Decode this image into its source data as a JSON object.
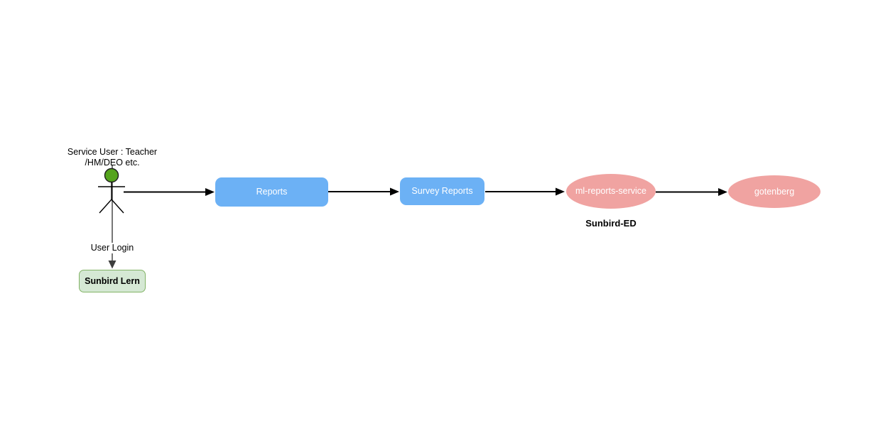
{
  "actor": {
    "label": "Service User : Teacher\n/HM/DEO etc."
  },
  "nodes": {
    "reports": {
      "label": "Reports",
      "shape": "rounded-rect"
    },
    "survey_reports": {
      "label": "Survey Reports",
      "shape": "rounded-rect"
    },
    "ml_reports_service": {
      "label": "ml-reports-service",
      "shape": "ellipse",
      "caption": "Sunbird-ED"
    },
    "gotenberg": {
      "label": "gotenberg",
      "shape": "ellipse"
    },
    "sunbird_lern": {
      "label": "Sunbird Lern",
      "shape": "rounded-rect"
    }
  },
  "edges": {
    "actor_to_reports": {
      "from": "actor",
      "to": "reports",
      "label": ""
    },
    "reports_to_survey_reports": {
      "from": "reports",
      "to": "survey_reports",
      "label": ""
    },
    "survey_reports_to_ml_reports_service": {
      "from": "survey_reports",
      "to": "ml_reports_service",
      "label": ""
    },
    "ml_reports_service_to_gotenberg": {
      "from": "ml_reports_service",
      "to": "gotenberg",
      "label": ""
    },
    "user_login": {
      "from": "actor",
      "to": "sunbird_lern",
      "label": "User Login"
    }
  },
  "colors": {
    "process_fill": "#6cb1f5",
    "process_text": "#ffffff",
    "service_fill": "#f0a3a1",
    "service_text": "#ffffff",
    "store_fill": "#d5e8d4",
    "store_border": "#82b366",
    "actor_head": "#55a41d",
    "edge_color": "#000000",
    "background": "#ffffff"
  }
}
